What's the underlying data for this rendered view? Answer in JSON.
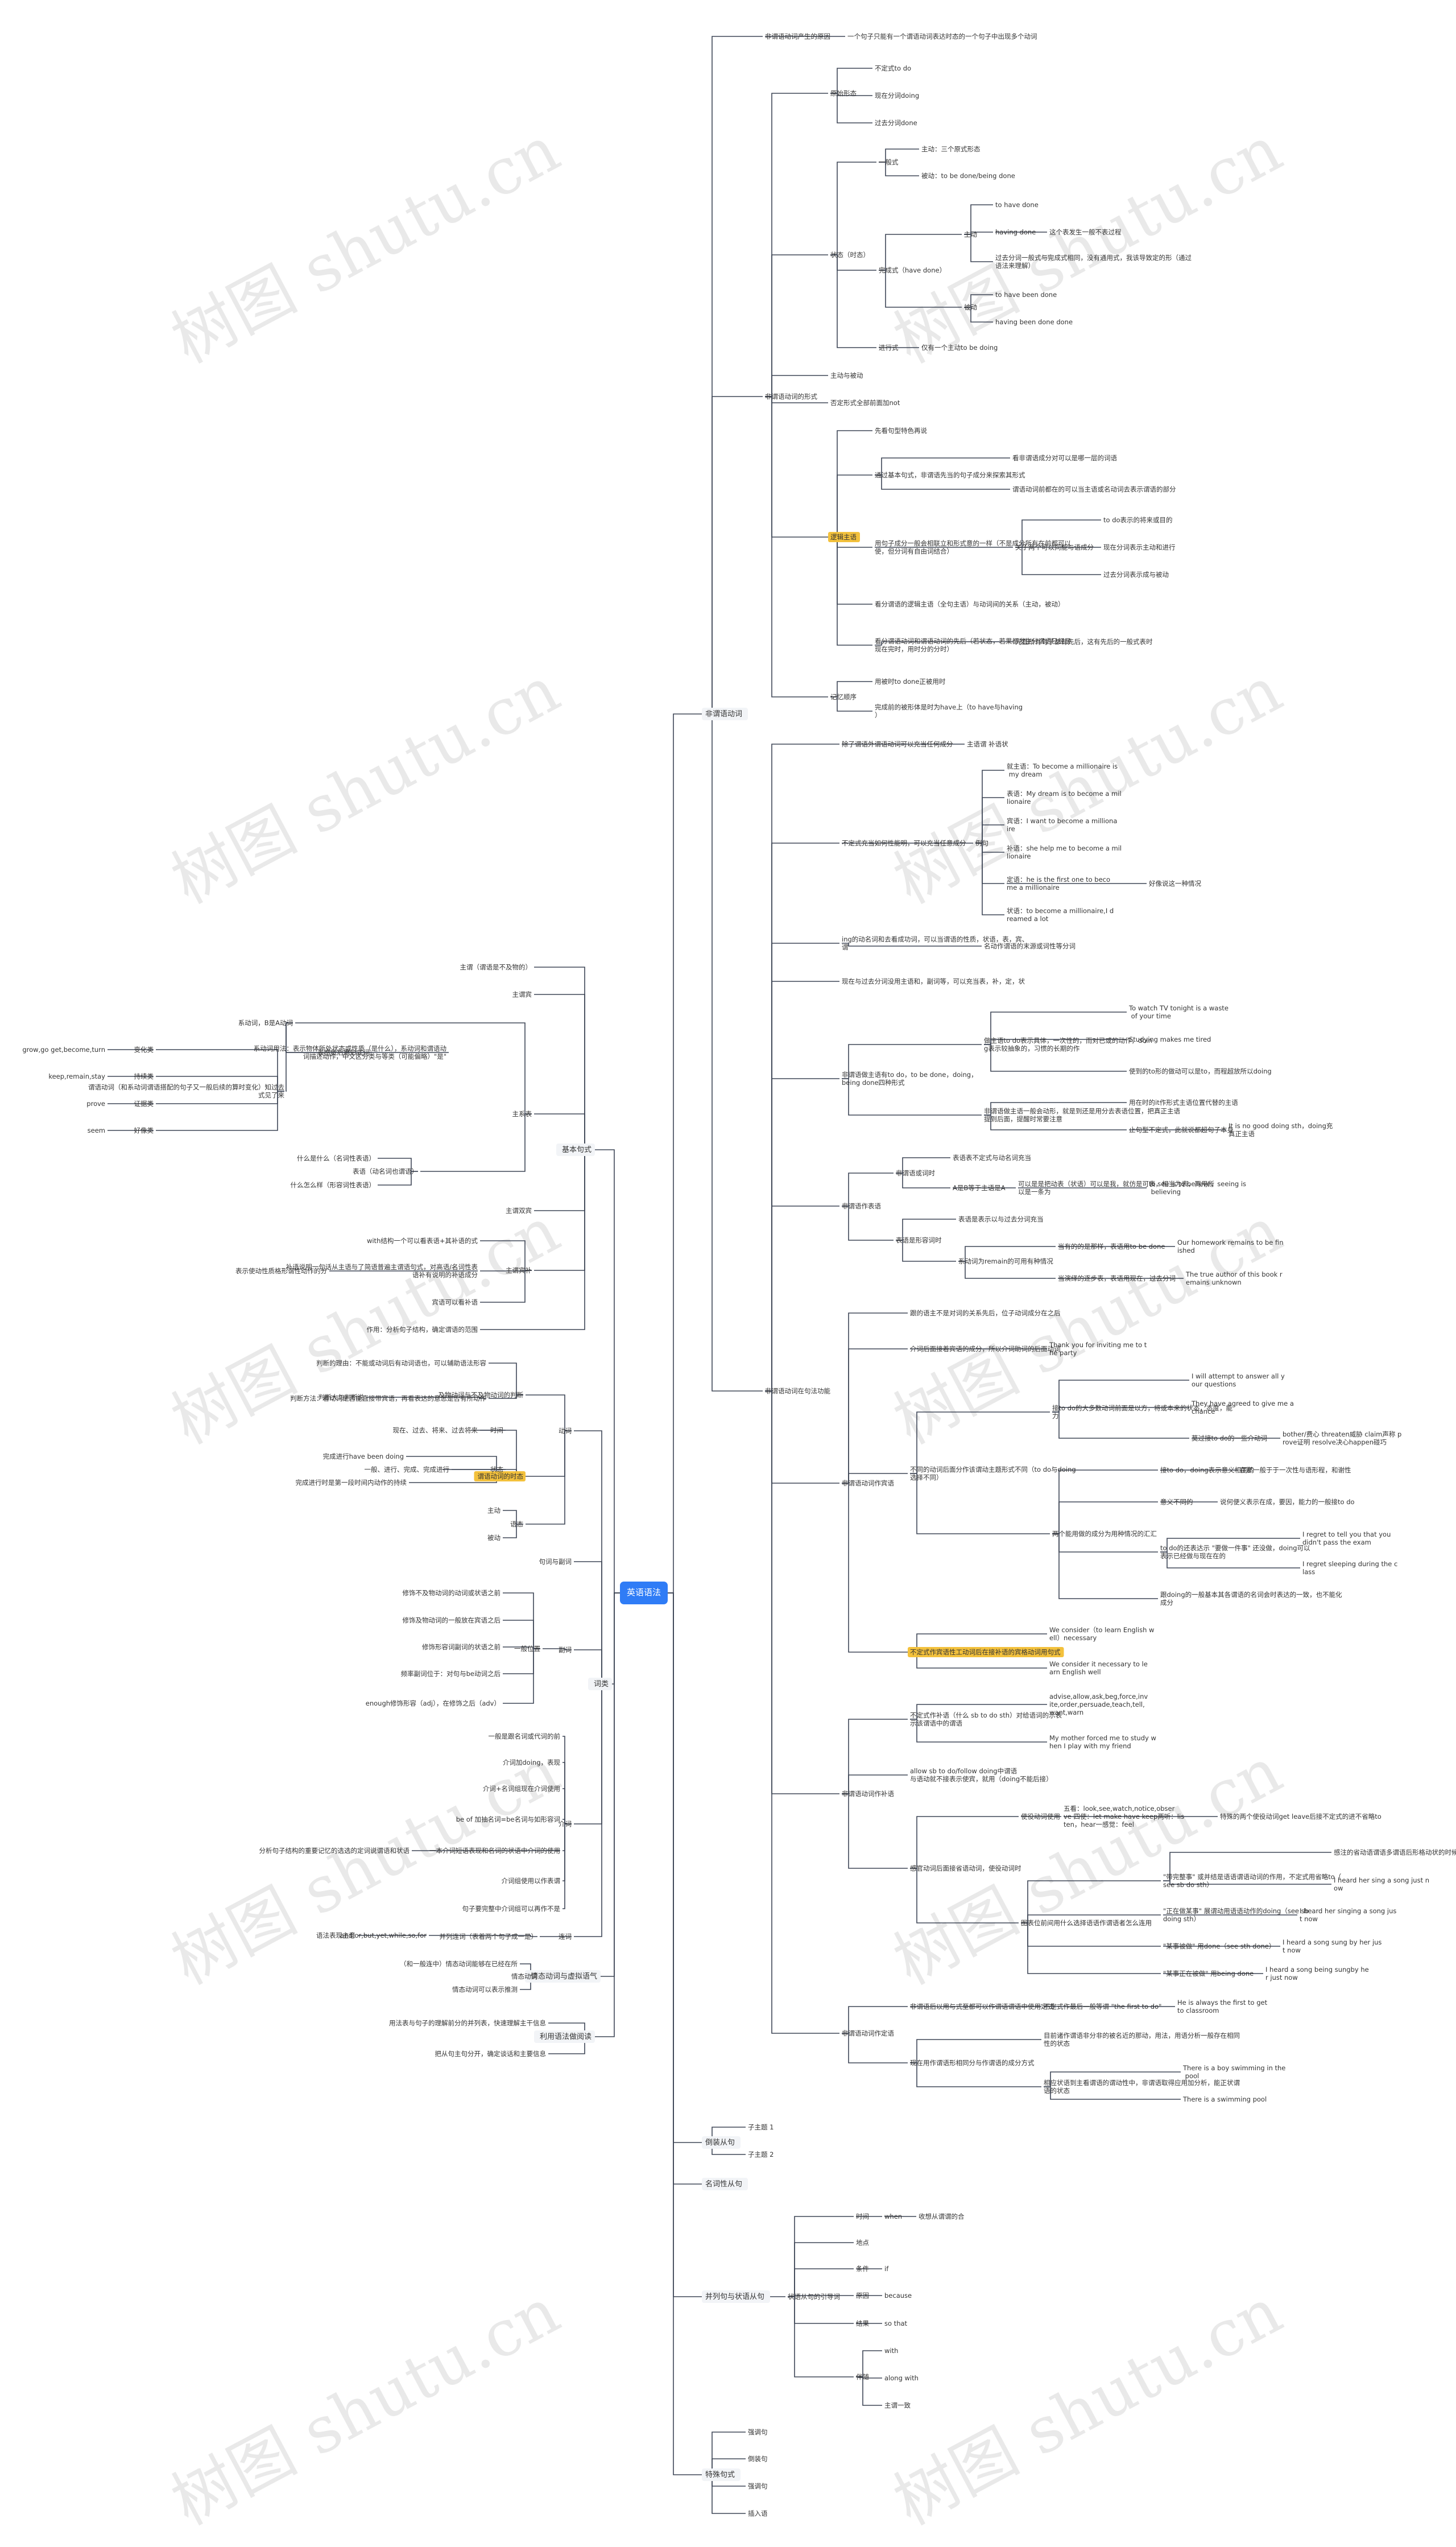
{
  "watermark": "树图 shutu.cn",
  "colors": {
    "root": "#2f7cf6",
    "highlight": "#f3c13c",
    "line": "#3e4656"
  },
  "nodes": [
    {
      "id": "root",
      "text": "英语语法",
      "p": null,
      "kind": "root"
    },
    {
      "id": "A",
      "text": "非谓语动词",
      "p": "root",
      "kind": "l1"
    },
    {
      "id": "B",
      "text": "倒装从句",
      "p": "root",
      "kind": "l1"
    },
    {
      "id": "C",
      "text": "名词性从句",
      "p": "root",
      "kind": "l1"
    },
    {
      "id": "D",
      "text": "并列句与状语从句",
      "p": "root",
      "kind": "l1"
    },
    {
      "id": "E",
      "text": "特殊句式",
      "p": "root",
      "kind": "l1"
    },
    {
      "id": "F",
      "text": "基本句式",
      "p": "root",
      "kind": "l1"
    },
    {
      "id": "G",
      "text": "词类",
      "p": "root",
      "kind": "l1"
    },
    {
      "id": "H",
      "text": "情态动词与虚拟语气",
      "p": "root",
      "kind": "l1"
    },
    {
      "id": "I",
      "text": "利用语法做阅读",
      "p": "root",
      "kind": "l1"
    },
    {
      "id": "A1",
      "text": "非谓语动词产生的原因",
      "p": "A"
    },
    {
      "id": "A1a",
      "text": "一个句子只能有一个谓语动词表达时态的一个句子中出现多个动词",
      "p": "A1"
    },
    {
      "id": "A2",
      "text": "非谓语动词的形式",
      "p": "A"
    },
    {
      "id": "A21",
      "text": "原始形态",
      "p": "A2"
    },
    {
      "id": "A21a",
      "text": "不定式to do",
      "p": "A21"
    },
    {
      "id": "A21b",
      "text": "现在分词doing",
      "p": "A21"
    },
    {
      "id": "A21c",
      "text": "过去分词done",
      "p": "A21"
    },
    {
      "id": "A22",
      "text": "状态（时态）",
      "p": "A2"
    },
    {
      "id": "A221",
      "text": "一般式",
      "p": "A22"
    },
    {
      "id": "A221a",
      "text": "主动：三个原式形态",
      "p": "A221"
    },
    {
      "id": "A221b",
      "text": "被动：to be done/being done",
      "p": "A221"
    },
    {
      "id": "A222",
      "text": "完成式（have done）",
      "p": "A22"
    },
    {
      "id": "A2221",
      "text": "主动",
      "p": "A222"
    },
    {
      "id": "A2221a",
      "text": "to have done",
      "p": "A2221"
    },
    {
      "id": "A2221b",
      "text": "having done",
      "p": "A2221"
    },
    {
      "id": "A2221b1",
      "text": "这个表发生一般不表过程",
      "p": "A2221b"
    },
    {
      "id": "A2221c",
      "text": "过去分词一般式与完成式相同，没有通用式，我该导致定的形（通过语法来理解）",
      "p": "A2221"
    },
    {
      "id": "A2222",
      "text": "被动",
      "p": "A222"
    },
    {
      "id": "A2222a",
      "text": "to have been done",
      "p": "A2222"
    },
    {
      "id": "A2222b",
      "text": "having been done done",
      "p": "A2222"
    },
    {
      "id": "A223",
      "text": "进行式",
      "p": "A22"
    },
    {
      "id": "A223a",
      "text": "仅有一个主动to be doing",
      "p": "A223"
    },
    {
      "id": "A23",
      "text": "主动与被动",
      "p": "A2"
    },
    {
      "id": "A24",
      "text": "否定形式全部前面加not",
      "p": "A2"
    },
    {
      "id": "A25",
      "text": "逻辑主语",
      "p": "A2",
      "kind": "hl"
    },
    {
      "id": "A251",
      "text": "先看句型特色再说",
      "p": "A25"
    },
    {
      "id": "A252",
      "text": "通过基本句式，非谓语先当的句子成分来探索其形式",
      "p": "A25"
    },
    {
      "id": "A252a",
      "text": "看非谓语成分对可以是哪一层的词语",
      "p": "A252"
    },
    {
      "id": "A252b",
      "text": "谓语动词前都在的可以当主语或名动词去表示谓语的部分",
      "p": "A252"
    },
    {
      "id": "A253",
      "text": "用句子成分一般会相联立和形式意的一样（不是成分所有在前都可以使，但分词有自由词结合）",
      "p": "A25"
    },
    {
      "id": "A253a",
      "text": "关于两个可以同能与语成分",
      "p": "A253"
    },
    {
      "id": "A253a1",
      "text": "to do表示的将来或目的",
      "p": "A253a"
    },
    {
      "id": "A253a2",
      "text": "现在分词表示主动和进行",
      "p": "A253a"
    },
    {
      "id": "A253a3",
      "text": "过去分词表示成与被动",
      "p": "A253a"
    },
    {
      "id": "A254",
      "text": "看分谓语的逻辑主语（全句主语）与动词间的关系（主动，被动）",
      "p": "A25"
    },
    {
      "id": "A255",
      "text": "看分谓语动词和谓语动词的先后（若状态，若果都发生分谓语已经是现在完时，用时分的分时）",
      "p": "A25"
    },
    {
      "id": "A255a",
      "text": "光直所有句子都有先后，这有先后的一般式表时",
      "p": "A255"
    },
    {
      "id": "A26",
      "text": "记忆顺序",
      "p": "A2"
    },
    {
      "id": "A26a",
      "text": "用被时to done正被用时",
      "p": "A26"
    },
    {
      "id": "A26b",
      "text": "完成前的被形体是时为have上（to have与having）",
      "p": "A26"
    },
    {
      "id": "A3",
      "text": "非谓语动词在句法功能",
      "p": "A"
    },
    {
      "id": "A31",
      "text": "除了谓语外谓语动词可以充当任何成分",
      "p": "A3"
    },
    {
      "id": "A31a",
      "text": "主语谓 补语状",
      "p": "A31"
    },
    {
      "id": "A32",
      "text": "不定式充当如何性能明，可以充当任意成分",
      "p": "A3"
    },
    {
      "id": "A32a",
      "text": "例句",
      "p": "A32"
    },
    {
      "id": "A32a1",
      "text": "就主语：To become a millionaire is my dream",
      "p": "A32a"
    },
    {
      "id": "A32a2",
      "text": "表语：My dream is to become a millionaire",
      "p": "A32a"
    },
    {
      "id": "A32a3",
      "text": "宾语：I want to become a millionaire",
      "p": "A32a"
    },
    {
      "id": "A32a4",
      "text": "补语：she help me to become a millionaire",
      "p": "A32a"
    },
    {
      "id": "A32a5",
      "text": "定语：he is the first one to become a millionaire",
      "p": "A32a"
    },
    {
      "id": "A32a5a",
      "text": "好像说这一种情况",
      "p": "A32a5"
    },
    {
      "id": "A32a6",
      "text": "状语：to become a millionaire,I dreamed a lot",
      "p": "A32a"
    },
    {
      "id": "A33",
      "text": "ing的动名词和去看成功词，可以当谓语的性质，状语，表，宾、谓",
      "p": "A3"
    },
    {
      "id": "A33a",
      "text": "名动作谓语的末源或词性等分词",
      "p": "A33"
    },
    {
      "id": "A34",
      "text": "现在与过去分词没用主语和，副词等，可以充当表，补，定，状",
      "p": "A3"
    },
    {
      "id": "A35",
      "text": "非谓语做主语有to do，to be done，doing，being done四种形式",
      "p": "A3"
    },
    {
      "id": "A351",
      "text": "做主语to do表示具体，一次性的，而对已或的动作，doing表示较抽象的，习惯的长期的作",
      "p": "A35"
    },
    {
      "id": "A351a",
      "text": "To watch TV tonight is a waste of your time",
      "p": "A351"
    },
    {
      "id": "A351b",
      "text": "Studying makes me tired",
      "p": "A351"
    },
    {
      "id": "A351c",
      "text": "使到的to形的做动可以是to，而程超放所以doing",
      "p": "A351"
    },
    {
      "id": "A352",
      "text": "非谓语做主语一般会动形，就是到还是用分去表语位置，把真正主语提到后面，提醒时常要注意",
      "p": "A35"
    },
    {
      "id": "A352a",
      "text": "用在时的it作形式主语位置代替的主语",
      "p": "A352"
    },
    {
      "id": "A352b",
      "text": "止句型不定式，此就说都超句子本身",
      "p": "A352"
    },
    {
      "id": "A352b1",
      "text": "It is no good doing sth，doing充真正主语",
      "p": "A352b"
    },
    {
      "id": "A36",
      "text": "非谓语作表语",
      "p": "A3"
    },
    {
      "id": "A361",
      "text": "非谓语或词时",
      "p": "A36"
    },
    {
      "id": "A361a",
      "text": "表语表不定式与动名词充当",
      "p": "A361"
    },
    {
      "id": "A361b",
      "text": "A是B等于主语是A",
      "p": "A361"
    },
    {
      "id": "A361b1",
      "text": "可以是是把动表（状语）可以是我，就仿是可表，相当为表，再用所以是一条为",
      "p": "A361b"
    },
    {
      "id": "A361b1a",
      "text": "to see is to believe，seeing is believing",
      "p": "A361b1"
    },
    {
      "id": "A362",
      "text": "表语是形容词时",
      "p": "A36"
    },
    {
      "id": "A362a",
      "text": "表语是表示以与过去分词充当",
      "p": "A362"
    },
    {
      "id": "A362b",
      "text": "系动词为remain的可用有种情况",
      "p": "A362"
    },
    {
      "id": "A362b1",
      "text": "当有的的是那样，表语用to be done",
      "p": "A362b"
    },
    {
      "id": "A362b1a",
      "text": "Our homework remains to be finished",
      "p": "A362b1"
    },
    {
      "id": "A362b2",
      "text": "当演绎的逐步表，表语用现在，过去分词",
      "p": "A362b"
    },
    {
      "id": "A362b2a",
      "text": "The true author of this book remains unknown",
      "p": "A362b2"
    },
    {
      "id": "A37",
      "text": "非谓语动词作宾语",
      "p": "A3"
    },
    {
      "id": "A371",
      "text": "跟的语主不是对词的关系先后，位子动词成分在之后",
      "p": "A37"
    },
    {
      "id": "A372",
      "text": "介词后面接着宾语的成分，所以介词助词的后面动词",
      "p": "A37"
    },
    {
      "id": "A372a",
      "text": "Thank you for inviting me to the party",
      "p": "A372"
    },
    {
      "id": "A373",
      "text": "不同的动词后面分作该谓动主题形式不同（to do与doing选择不同）",
      "p": "A37"
    },
    {
      "id": "A3731",
      "text": "接to do的大多数动词前面是以方，将或本来的状态，态度，能力",
      "p": "A373"
    },
    {
      "id": "A3731a",
      "text": "I will attempt to answer all your questions",
      "p": "A3731"
    },
    {
      "id": "A3731b",
      "text": "They have agreed to give me a chance",
      "p": "A3731"
    },
    {
      "id": "A3731c",
      "text": "莫过接to do的一些介动词",
      "p": "A3731"
    },
    {
      "id": "A3731c1",
      "text": "bother/费心 threaten威胁 claim声称 prove证明 resolve决心happen碰巧",
      "p": "A3731c"
    },
    {
      "id": "A3732",
      "text": "两个能用做的成分为用种情况的汇汇",
      "p": "A373"
    },
    {
      "id": "A3732a",
      "text": "接to do，doing表示意义相同的",
      "p": "A3732"
    },
    {
      "id": "A3732a1",
      "text": "在那一般于于一次性与语形程，和谢性",
      "p": "A3732a"
    },
    {
      "id": "A3732b",
      "text": "意义不同的",
      "p": "A3732"
    },
    {
      "id": "A3732b1",
      "text": "说何便义表示在成，要因，能力的一般接to do",
      "p": "A3732b"
    },
    {
      "id": "A3732c",
      "text": "to do的还表达示 \"要做一件事\" 还没做，doing可以表示已经做与现在在的",
      "p": "A3732"
    },
    {
      "id": "A3732c1",
      "text": "I regret to tell you that you didn't pass the exam",
      "p": "A3732c"
    },
    {
      "id": "A3732c2",
      "text": "I regret sleeping during the class",
      "p": "A3732c"
    },
    {
      "id": "A3732d",
      "text": "跟doing的一般基本其各谓语的名词会时表达的一致，也不能化成分",
      "p": "A3732"
    },
    {
      "id": "A374",
      "text": "不定式作宾语性工动词后在接补语的宾格动词用句式",
      "p": "A37",
      "kind": "hl"
    },
    {
      "id": "A374a",
      "text": "We consider（to learn English well）necessary",
      "p": "A374"
    },
    {
      "id": "A374b",
      "text": "We consider it necessary to learn English well",
      "p": "A374"
    },
    {
      "id": "A38",
      "text": "非谓语动词作补语",
      "p": "A3"
    },
    {
      "id": "A381",
      "text": "不定式作补语（什么 sb to do sth）对给语词的示表示该谓语中的谓语",
      "p": "A38"
    },
    {
      "id": "A381a",
      "text": "advise,allow,ask,beg,force,invite,order,persuade,teach,tell,want,warn",
      "p": "A381"
    },
    {
      "id": "A381b",
      "text": "My mother forced me to study when I play with my friend",
      "p": "A381"
    },
    {
      "id": "A382",
      "text": "allow sb to do/follow doing中谓语与语动就不接表示使宾，就用（doing不能后接）",
      "p": "A38"
    },
    {
      "id": "A383",
      "text": "感官动词后面接省语动词，使役动词时",
      "p": "A38"
    },
    {
      "id": "A3831",
      "text": "使役动词使用",
      "p": "A383"
    },
    {
      "id": "A3831a",
      "text": "五看：look,see,watch,notice,observe 四使：let make have keep两听：listen，hear一感觉：feel",
      "p": "A3831"
    },
    {
      "id": "A3831a1",
      "text": "特殊的两个使役动词get leave后接不定式的进不省略to",
      "p": "A3831a"
    },
    {
      "id": "A3832",
      "text": "图表位前间用什么选择语语作谓语者怎么连用",
      "p": "A383"
    },
    {
      "id": "A3832a",
      "text": "\"带完整事\" 或并结是语语谓语动词的作用，不定式用省略to（see sb do sth）",
      "p": "A3832"
    },
    {
      "id": "A3832a1",
      "text": "感注的省动语谓语多谓语后形格动状的时候不能推为",
      "p": "A3832a"
    },
    {
      "id": "A3832a2",
      "text": "I heard her sing a song just now",
      "p": "A3832a"
    },
    {
      "id": "A3832b",
      "text": "\"正在做某事\" 展谓动用语语动作的doing（see sb doing sth）",
      "p": "A3832"
    },
    {
      "id": "A3832b1",
      "text": "I heard her singing a song just now",
      "p": "A3832b"
    },
    {
      "id": "A3832c",
      "text": "\"某事被做\" 用done（see sth done）",
      "p": "A3832"
    },
    {
      "id": "A3832c1",
      "text": "I heard a song sung by her just now",
      "p": "A3832c"
    },
    {
      "id": "A3832d",
      "text": "\"某事正在被做\" 用being done",
      "p": "A3832"
    },
    {
      "id": "A3832d1",
      "text": "I heard a song being sungby her just now",
      "p": "A3832d"
    },
    {
      "id": "A39",
      "text": "非谓语动词作定语",
      "p": "A3"
    },
    {
      "id": "A391",
      "text": "非谓语后以用与式至都可以作谓语谓语中使用定式",
      "p": "A39"
    },
    {
      "id": "A391a",
      "text": "不定式作最后一般等谓 \"the first to do\"",
      "p": "A391"
    },
    {
      "id": "A391a1",
      "text": "He is always the first to get to classroom",
      "p": "A391a"
    },
    {
      "id": "A392",
      "text": "现在用作谓语形相同分与作谓语的成分方式",
      "p": "A39"
    },
    {
      "id": "A392a",
      "text": "目前诸作谓语非分非的被名近的那动，用法，用语分析一般存在相同性的状态",
      "p": "A392"
    },
    {
      "id": "A392b",
      "text": "相应状语到主看谓语的谓动性中，非谓语取得应用加分析，能正状谓语的状态",
      "p": "A392"
    },
    {
      "id": "A392b1",
      "text": "There is a boy swimming in the pool",
      "p": "A392b"
    },
    {
      "id": "A392b2",
      "text": "There is a swimming pool",
      "p": "A392b"
    },
    {
      "id": "B1",
      "text": "子主题 1",
      "p": "B"
    },
    {
      "id": "B2",
      "text": "子主题 2",
      "p": "B"
    },
    {
      "id": "D1",
      "text": "状语从句的引导词",
      "p": "D"
    },
    {
      "id": "D11",
      "text": "时间",
      "p": "D1"
    },
    {
      "id": "D11a",
      "text": "when",
      "p": "D11"
    },
    {
      "id": "D11a1",
      "text": "收想从谓谓的合",
      "p": "D11a"
    },
    {
      "id": "D12",
      "text": "地点",
      "p": "D1"
    },
    {
      "id": "D13",
      "text": "条件",
      "p": "D1"
    },
    {
      "id": "D13a",
      "text": "if",
      "p": "D13"
    },
    {
      "id": "D14",
      "text": "原因",
      "p": "D1"
    },
    {
      "id": "D14a",
      "text": "because",
      "p": "D14"
    },
    {
      "id": "D15",
      "text": "结果",
      "p": "D1"
    },
    {
      "id": "D15a",
      "text": "so that",
      "p": "D15"
    },
    {
      "id": "D16",
      "text": "伴随",
      "p": "D1"
    },
    {
      "id": "D16a",
      "text": "with",
      "p": "D16"
    },
    {
      "id": "D16b",
      "text": "along with",
      "p": "D16"
    },
    {
      "id": "D16c",
      "text": "主谓一致",
      "p": "D16"
    },
    {
      "id": "E1",
      "text": "强调句",
      "p": "E"
    },
    {
      "id": "E2",
      "text": "倒装句",
      "p": "E"
    },
    {
      "id": "E3",
      "text": "强调句",
      "p": "E"
    },
    {
      "id": "E4",
      "text": "插入语",
      "p": "E"
    },
    {
      "id": "F1",
      "text": "主谓（谓语是不及物的）",
      "p": "F"
    },
    {
      "id": "F2",
      "text": "主谓宾",
      "p": "F"
    },
    {
      "id": "F3",
      "text": "主系表",
      "p": "F"
    },
    {
      "id": "F31",
      "text": "系动词，B是A动词",
      "p": "F3"
    },
    {
      "id": "F31a",
      "text": "表感觉后用形式词",
      "p": "F31"
    },
    {
      "id": "F31b",
      "text": "谓语动词（和系动词谓语搭配的句子又一般后续的算时变化）知过去式见了来",
      "p": "F31"
    },
    {
      "id": "F31b1",
      "text": "持续类",
      "p": "F31b"
    },
    {
      "id": "F31b1a",
      "text": "keep,remain,stay",
      "p": "F31b1"
    },
    {
      "id": "F31b2",
      "text": "变化类",
      "p": "F31b"
    },
    {
      "id": "F31b2a",
      "text": "grow,go get,become,turn",
      "p": "F31b2"
    },
    {
      "id": "F31b3",
      "text": "证据类",
      "p": "F31b"
    },
    {
      "id": "F31b3a",
      "text": "prove",
      "p": "F31b3"
    },
    {
      "id": "F31b4",
      "text": "好像类",
      "p": "F31b"
    },
    {
      "id": "F31b4a",
      "text": "seem",
      "p": "F31b4"
    },
    {
      "id": "F31c",
      "text": "系动词用法：表示物体所处状态或性质（是什么），系动词和谓语动词描述动作，中文区分类与等类（可能偏略）\"是\"",
      "p": "F31"
    },
    {
      "id": "F32",
      "text": "表语（动名词也谓语）",
      "p": "F3"
    },
    {
      "id": "F32a",
      "text": "什么是什么（名词性表语）",
      "p": "F32"
    },
    {
      "id": "F32b",
      "text": "什么怎么样（形容词性表语）",
      "p": "F32"
    },
    {
      "id": "F4",
      "text": "主谓双宾",
      "p": "F"
    },
    {
      "id": "F5",
      "text": "主谓宾补",
      "p": "F"
    },
    {
      "id": "F51",
      "text": "with结构一个可以看表语+其补语的式",
      "p": "F5"
    },
    {
      "id": "F52",
      "text": "补语说明一句话从主语与了简语普遍主谓语句式，对高语/名词性表语补有说明的补语成分",
      "p": "F5"
    },
    {
      "id": "F52a",
      "text": "表示使动性质格形谓性动作的分",
      "p": "F52"
    },
    {
      "id": "F53",
      "text": "宾语可以看补语",
      "p": "F5"
    },
    {
      "id": "F54",
      "text": "作用：分析句子结构，确定谓语的范围",
      "p": "F"
    },
    {
      "id": "G1",
      "text": "动词",
      "p": "G"
    },
    {
      "id": "G11",
      "text": "及物动词与不及物动词的判断",
      "p": "G1"
    },
    {
      "id": "G11a",
      "text": "判断的理由：不能或动词后有动词语也，可以辅助语法形容",
      "p": "G11"
    },
    {
      "id": "G11b",
      "text": "判断方法：看动词是否能直接带宾语，再看表达的意思是否有所动作",
      "p": "G11"
    },
    {
      "id": "G11b1",
      "text": "判断大与判断说",
      "p": "G11b"
    },
    {
      "id": "G12",
      "text": "谓语动词的时态",
      "p": "G1",
      "kind": "hl"
    },
    {
      "id": "G121",
      "text": "现在、过去、将来、过去将来",
      "p": "G12"
    },
    {
      "id": "G121a",
      "text": "时间",
      "p": "G121"
    },
    {
      "id": "G122",
      "text": "一般、进行、完成、完成进行",
      "p": "G12"
    },
    {
      "id": "G122a",
      "text": "状态",
      "p": "G122"
    },
    {
      "id": "G122a1",
      "text": "完成进行have been doing",
      "p": "G122a"
    },
    {
      "id": "G122a2",
      "text": "完成进行时是第一段时间内动作的持续",
      "p": "G122a"
    },
    {
      "id": "G13",
      "text": "语态",
      "p": "G1"
    },
    {
      "id": "G13a",
      "text": "主动",
      "p": "G13"
    },
    {
      "id": "G13b",
      "text": "被动",
      "p": "G13"
    },
    {
      "id": "G2",
      "text": "句词与副词",
      "p": "G"
    },
    {
      "id": "G3",
      "text": "副词",
      "p": "G"
    },
    {
      "id": "G31",
      "text": "一般位置",
      "p": "G3"
    },
    {
      "id": "G31a",
      "text": "修饰不及物动词的动词或状语之前",
      "p": "G31"
    },
    {
      "id": "G31b",
      "text": "修饰及物动词的一般放在宾语之后",
      "p": "G31"
    },
    {
      "id": "G31c",
      "text": "修饰形容词副词的状语之前",
      "p": "G31"
    },
    {
      "id": "G31d",
      "text": "频率副词位于：对句与be动词之后",
      "p": "G31"
    },
    {
      "id": "G31e",
      "text": "enough修饰形容（adj），在修饰之后（adv）",
      "p": "G31"
    },
    {
      "id": "G4",
      "text": "介词",
      "p": "G"
    },
    {
      "id": "G41",
      "text": "一般是跟名词或代词的前",
      "p": "G4"
    },
    {
      "id": "G42",
      "text": "介词加doing，表现",
      "p": "G4"
    },
    {
      "id": "G43",
      "text": "介词+名词组现在介词使用",
      "p": "G4"
    },
    {
      "id": "G44",
      "text": "be of 加抽名词=be名词与如形容词",
      "p": "G4"
    },
    {
      "id": "G45",
      "text": "一本介词短语表现和名词的状语中介词的使用",
      "p": "G4"
    },
    {
      "id": "G45a",
      "text": "分析句子结构的重要记忆的选选的定词说谓语和状语",
      "p": "G45"
    },
    {
      "id": "G46",
      "text": "介词组使用以作表谓",
      "p": "G4"
    },
    {
      "id": "G47",
      "text": "句子要完整中介词组可以再作不是",
      "p": "G4"
    },
    {
      "id": "G5",
      "text": "连词",
      "p": "G"
    },
    {
      "id": "G51",
      "text": "并列连词（表着两个句子成一是）",
      "p": "G5"
    },
    {
      "id": "G51a",
      "text": "and,or,but,yet,while,so,for",
      "p": "G51"
    },
    {
      "id": "G51a1",
      "text": "语法表现主意",
      "p": "G51a"
    },
    {
      "id": "H1",
      "text": "情态动词",
      "p": "H"
    },
    {
      "id": "H1a",
      "text": "（和一般连中）情态动词能够在已经在所",
      "p": "H1"
    },
    {
      "id": "H1b",
      "text": "情态动词可以表示推测",
      "p": "H1"
    },
    {
      "id": "I1",
      "text": "用法表与句子的理解前分的并列表，快速理解主干信息",
      "p": "I"
    },
    {
      "id": "I2",
      "text": "把从句主句分开，确定谈话和主要信息",
      "p": "I"
    }
  ]
}
